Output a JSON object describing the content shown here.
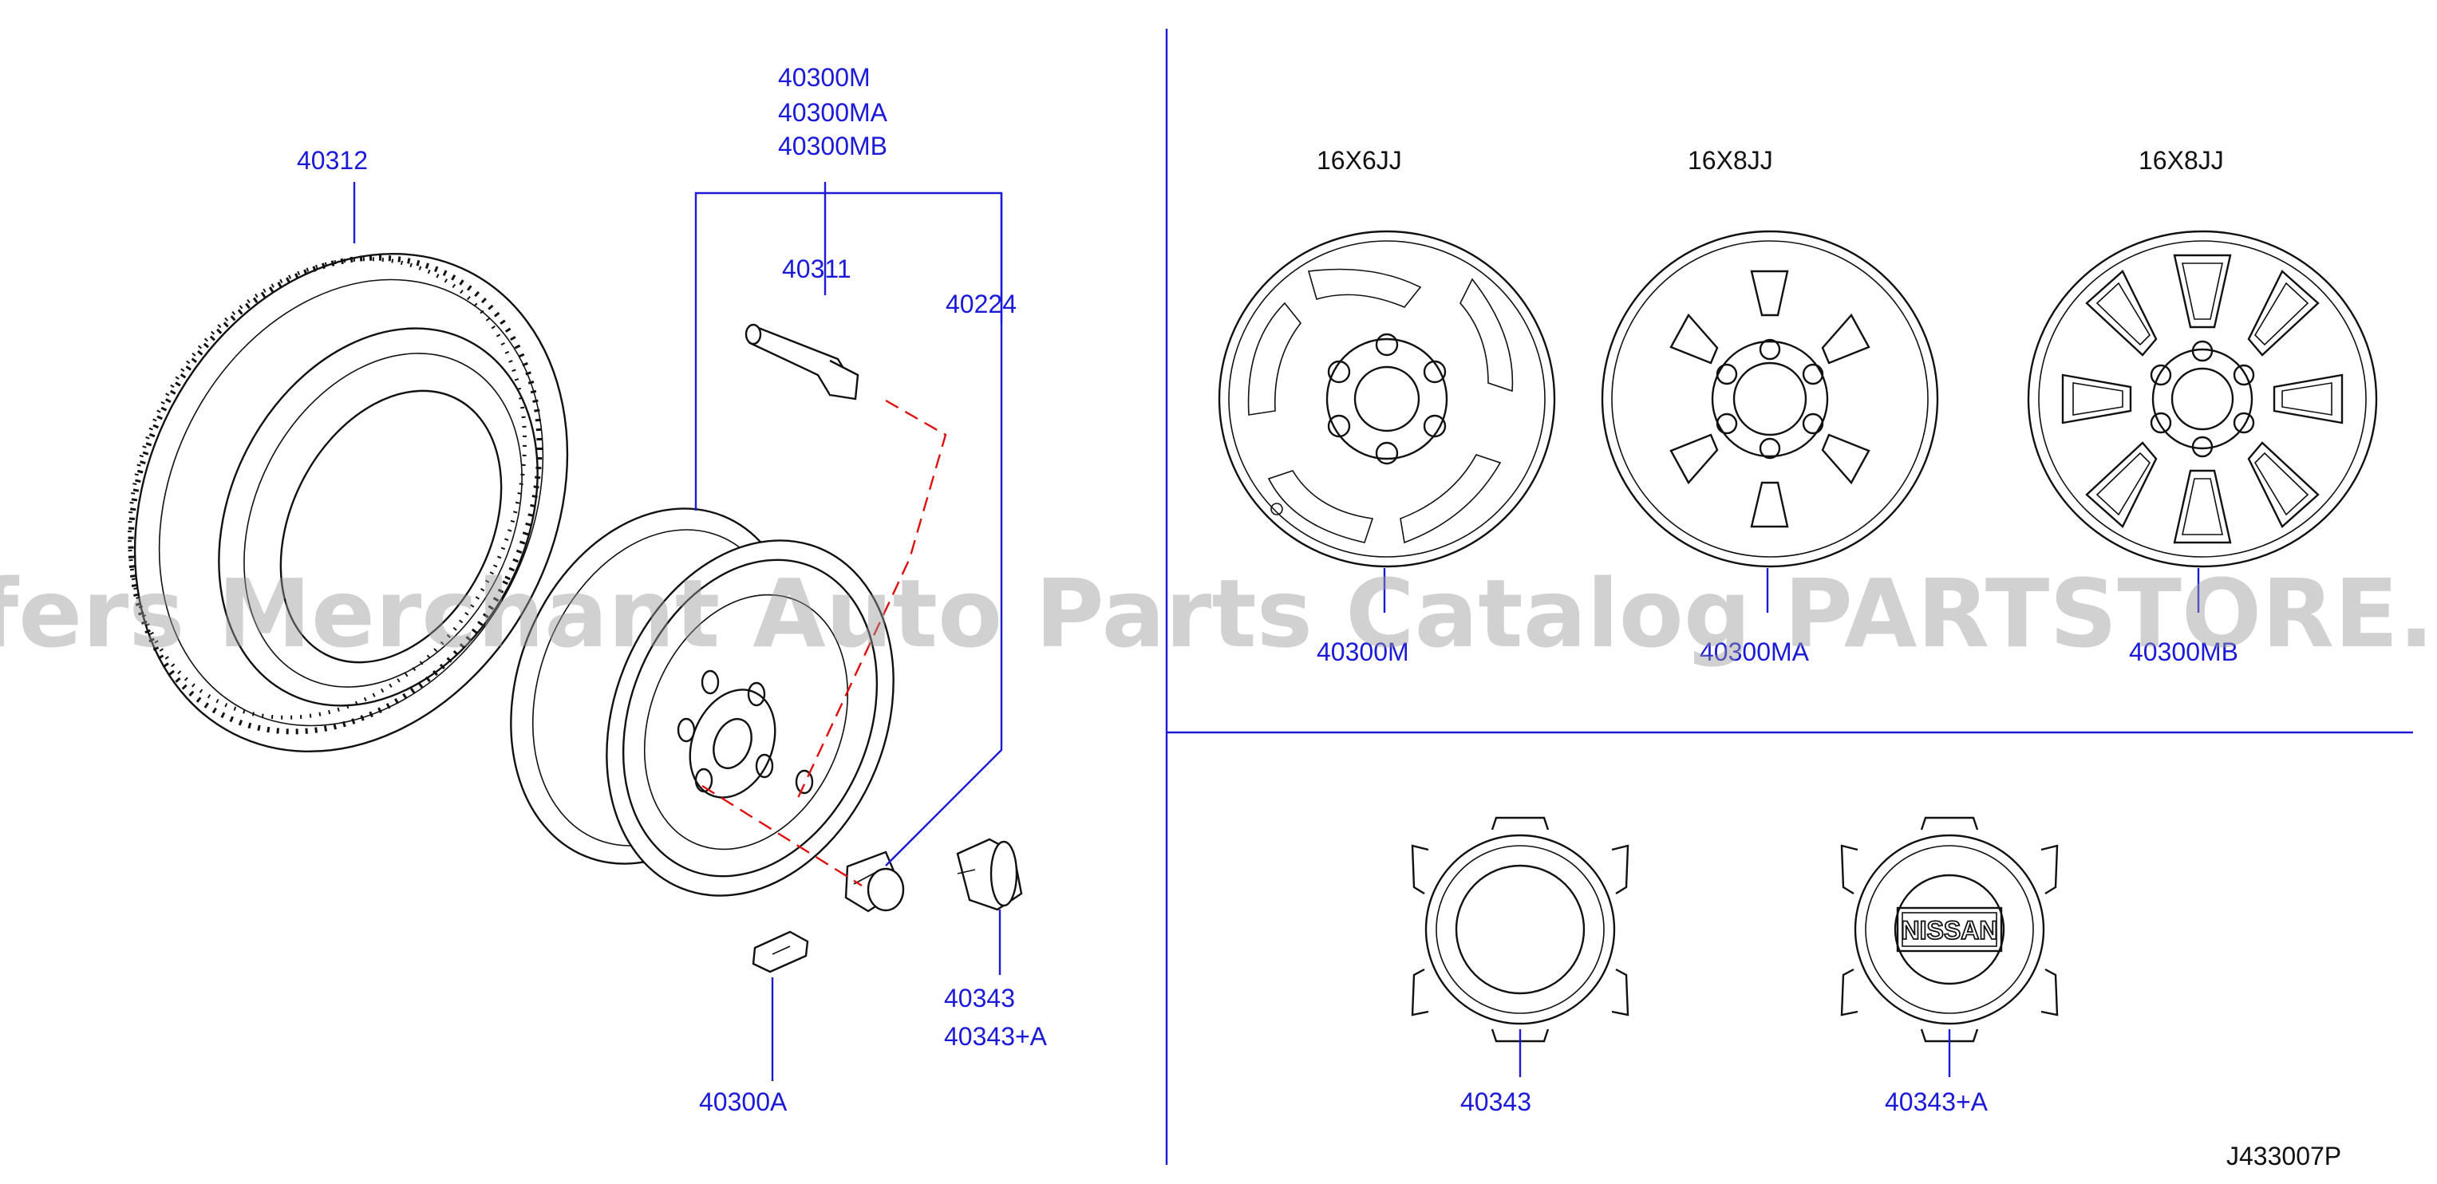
{
  "diagram": {
    "parts": {
      "tire": "40312",
      "wheel_group": [
        "40300M",
        "40300MA",
        "40300MB"
      ],
      "valve": "40311",
      "nut": "40224",
      "weight": "40300A",
      "cap_small": [
        "40343",
        "40343+A"
      ]
    },
    "wheels": [
      {
        "size": "16X6JJ",
        "part": "40300M"
      },
      {
        "size": "16X8JJ",
        "part": "40300MA"
      },
      {
        "size": "16X8JJ",
        "part": "40300MB"
      }
    ],
    "caps": [
      {
        "part": "40343"
      },
      {
        "part": "40343+A",
        "emblem": "NISSAN"
      }
    ],
    "drawing_code": "J433007P",
    "watermark": "Offers Merchant Auto Parts Catalog PARTSTORE.SA"
  }
}
